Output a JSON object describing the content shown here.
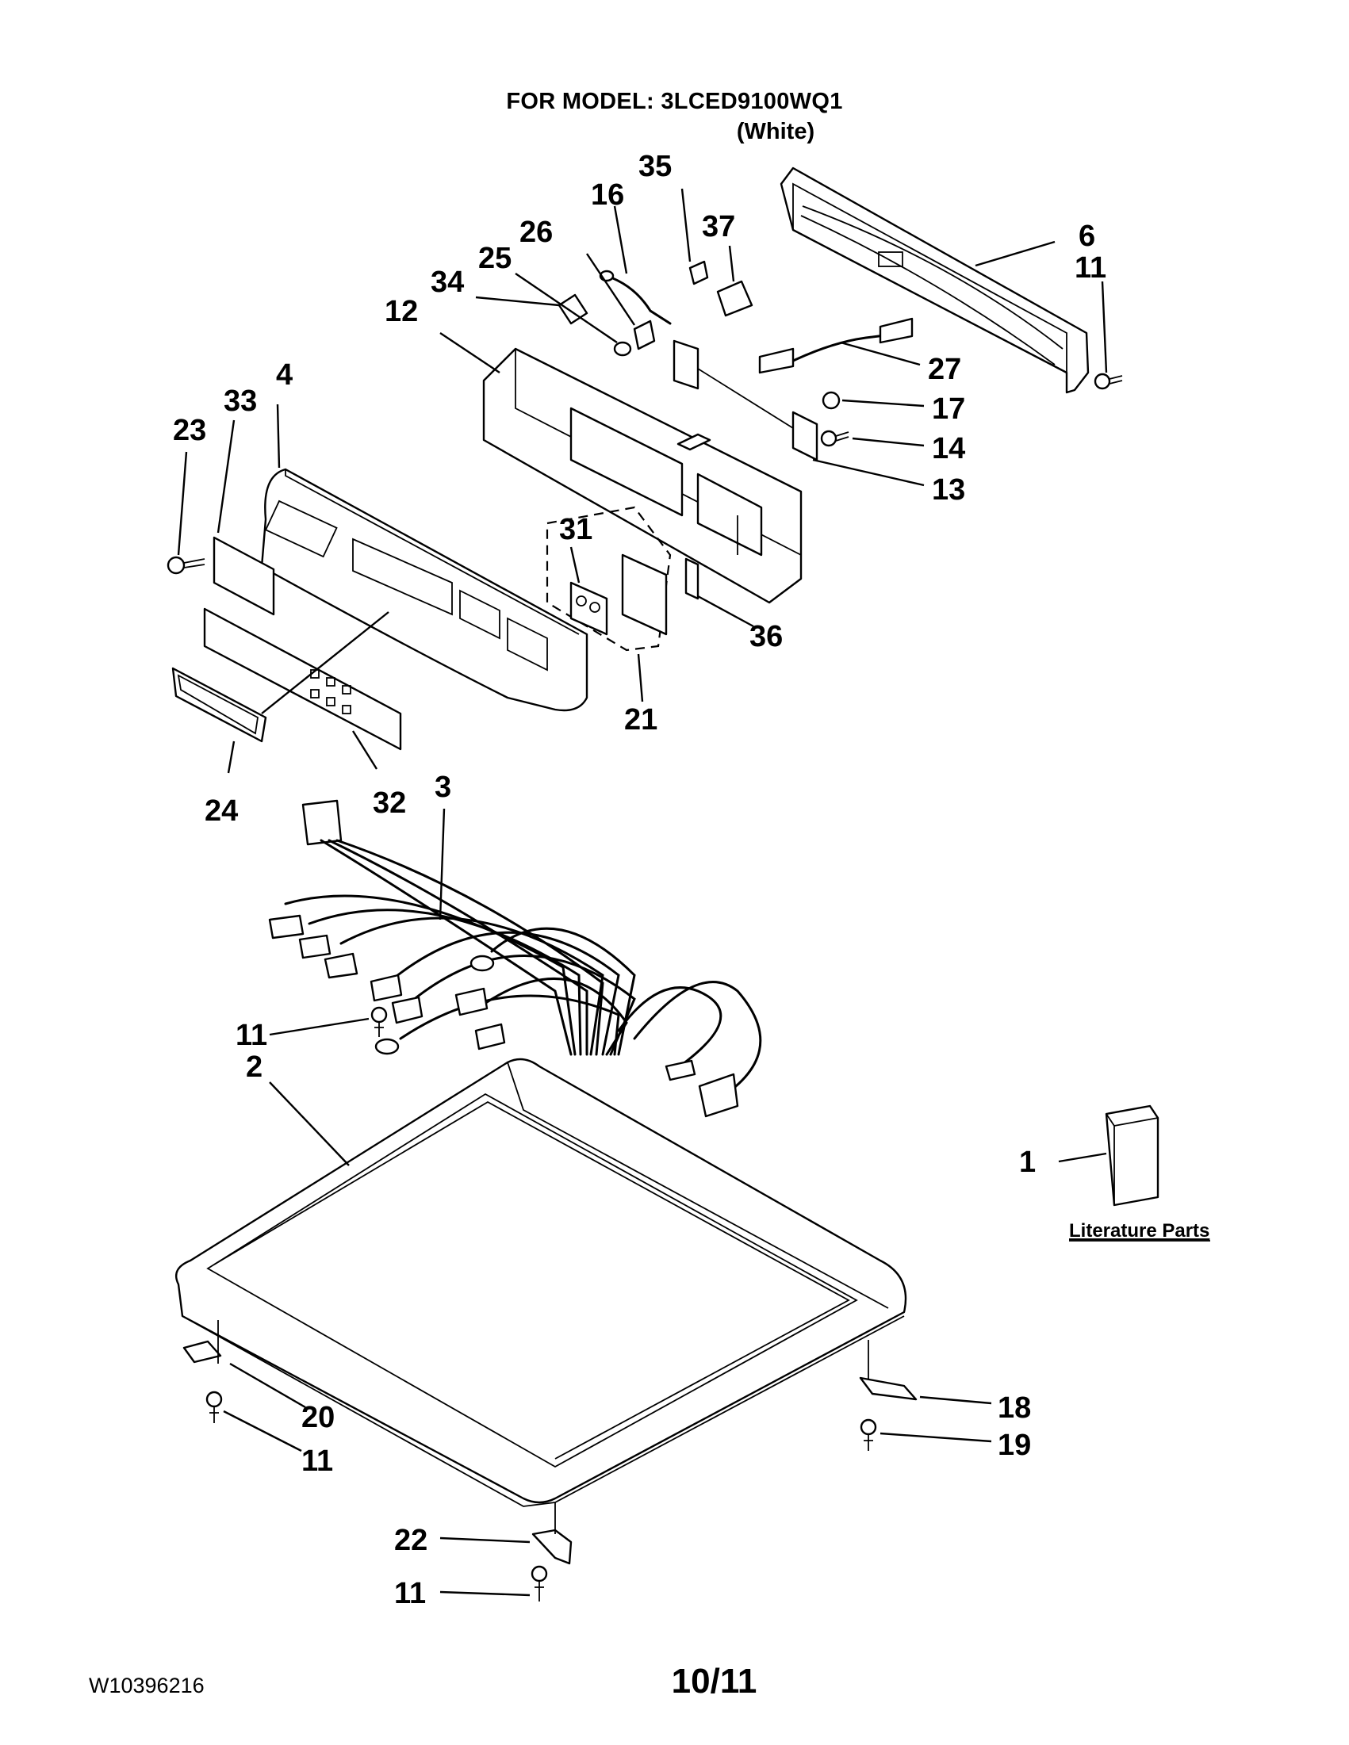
{
  "header": {
    "model_line": "FOR MODEL: 3LCED9100WQ1",
    "color_line": "(White)"
  },
  "callouts": {
    "c35": "35",
    "c16": "16",
    "c37": "37",
    "c26": "26",
    "c25": "25",
    "c34": "34",
    "c12": "12",
    "c6": "6",
    "c11a": "11",
    "c27": "27",
    "c17": "17",
    "c14": "14",
    "c13": "13",
    "c4": "4",
    "c33": "33",
    "c23": "23",
    "c31": "31",
    "c36": "36",
    "c21": "21",
    "c24": "24",
    "c32": "32",
    "c3": "3",
    "c11b": "11",
    "c2": "2",
    "c1": "1",
    "c18": "18",
    "c19": "19",
    "c20": "20",
    "c11c": "11",
    "c22": "22",
    "c11d": "11"
  },
  "literature_label": "Literature Parts",
  "footer": {
    "doc_number": "W10396216",
    "page": "10/11"
  }
}
